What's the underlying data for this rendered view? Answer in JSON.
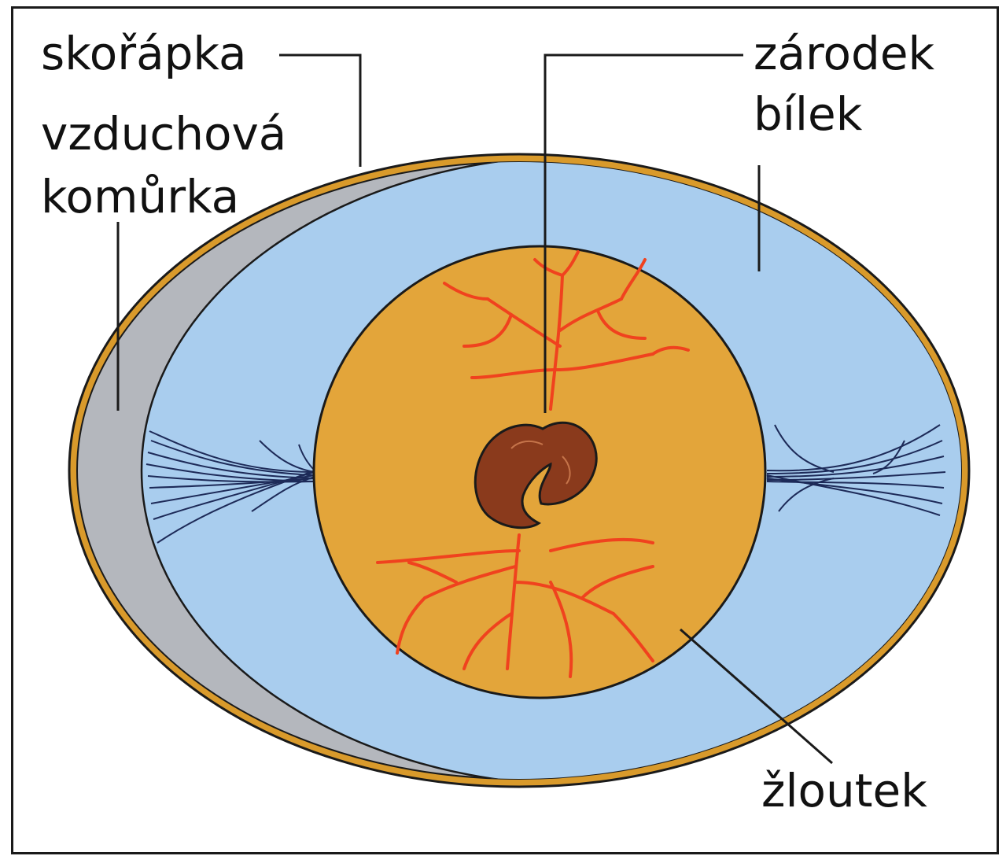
{
  "labels": {
    "shell": "skořápka",
    "air_cell_line1": "vzduchová",
    "air_cell_line2": "komůrka",
    "embryo": "zárodek",
    "albumen": "bílek",
    "yolk": "žloutek"
  },
  "colors": {
    "shell": "#d99a2b",
    "albumen": "#a9cdee",
    "air_cell": "#b4b7bd",
    "yolk": "#e3a53a",
    "blood_vessels": "#f0421e",
    "embryo": "#8a3a1c",
    "chalaza": "#1d2a58",
    "outline": "#1a1a1a"
  }
}
